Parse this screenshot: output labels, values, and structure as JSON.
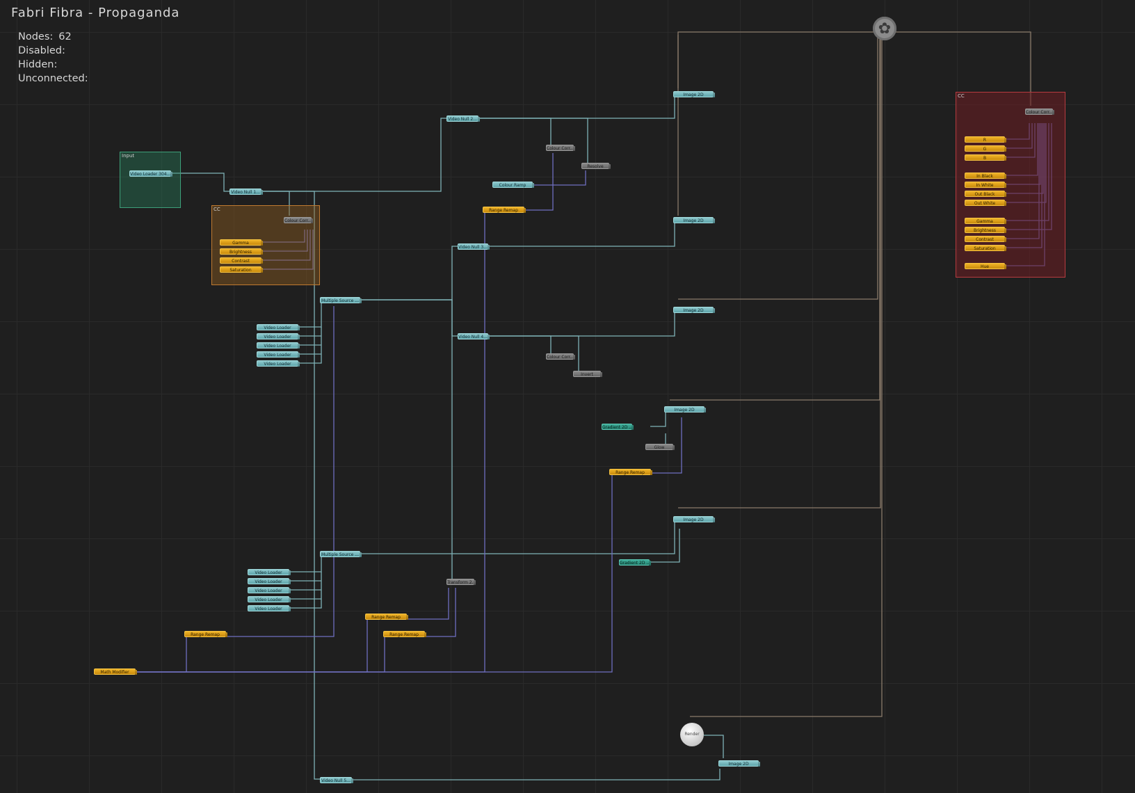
{
  "title": "Fabri  Fibra  -  Propaganda",
  "stats": {
    "nodes_label": "Nodes:",
    "nodes_value": "62",
    "disabled_label": "Disabled:",
    "hidden_label": "Hidden:",
    "unconnected_label": "Unconnected:"
  },
  "groups": {
    "input": "Input",
    "cc1": "CC",
    "cc2": "CC"
  },
  "icons": {
    "gear": "settings-gear-icon",
    "render": "render-sphere-icon"
  },
  "colors": {
    "video": "#7ec1c6",
    "gray": "#7a7a7a",
    "yellow": "#e5a51a",
    "green": "#2f9c89",
    "wire_video": "#7fb3b8",
    "wire_param": "#6f6fc0",
    "wire_gear": "#8a7a6a"
  },
  "nodes": {
    "video_loader_input": "Video Loader 304...",
    "video_null_1": "Video Null 1...",
    "video_null_2": "Video Null 2...",
    "video_null_3": "Video Null 3...",
    "video_null_4": "Video Null 4...",
    "video_null_5": "Video Null 5...",
    "colour_corr_1": "Colour Corr...",
    "colour_corr_2": "Colour Corr...",
    "colour_corr_3": "Colour Corr...",
    "colour_corr_4": "Colour Corr...",
    "gamma": "Gamma",
    "brightness": "Brightness",
    "contrast": "Contrast",
    "saturation": "Saturation",
    "multiple_source_1": "Multiple Source ...",
    "multiple_source_2": "Multiple Source ...",
    "video_loader": "Video Loader",
    "colour_ramp": "Colour Ramp",
    "resolve": "Resolve",
    "range_remap": "Range Remap",
    "invert": "Invert",
    "image_2d": "Image 2D",
    "gradient_1": "Gradient 2D ...",
    "gradient_2": "Gradient 2D ...",
    "glow": "Glow",
    "transform": "Transform 2...",
    "math_modifier": "Math Modifier",
    "r": "R",
    "g": "G",
    "b": "B",
    "in_black": "In Black",
    "in_white": "In White",
    "out_black": "Out Black",
    "out_white": "Out White",
    "gamma2": "Gamma",
    "brightness2": "Brightness",
    "contrast2": "Contrast",
    "saturation2": "Saturation",
    "hue": "Hue",
    "render": "Render"
  }
}
